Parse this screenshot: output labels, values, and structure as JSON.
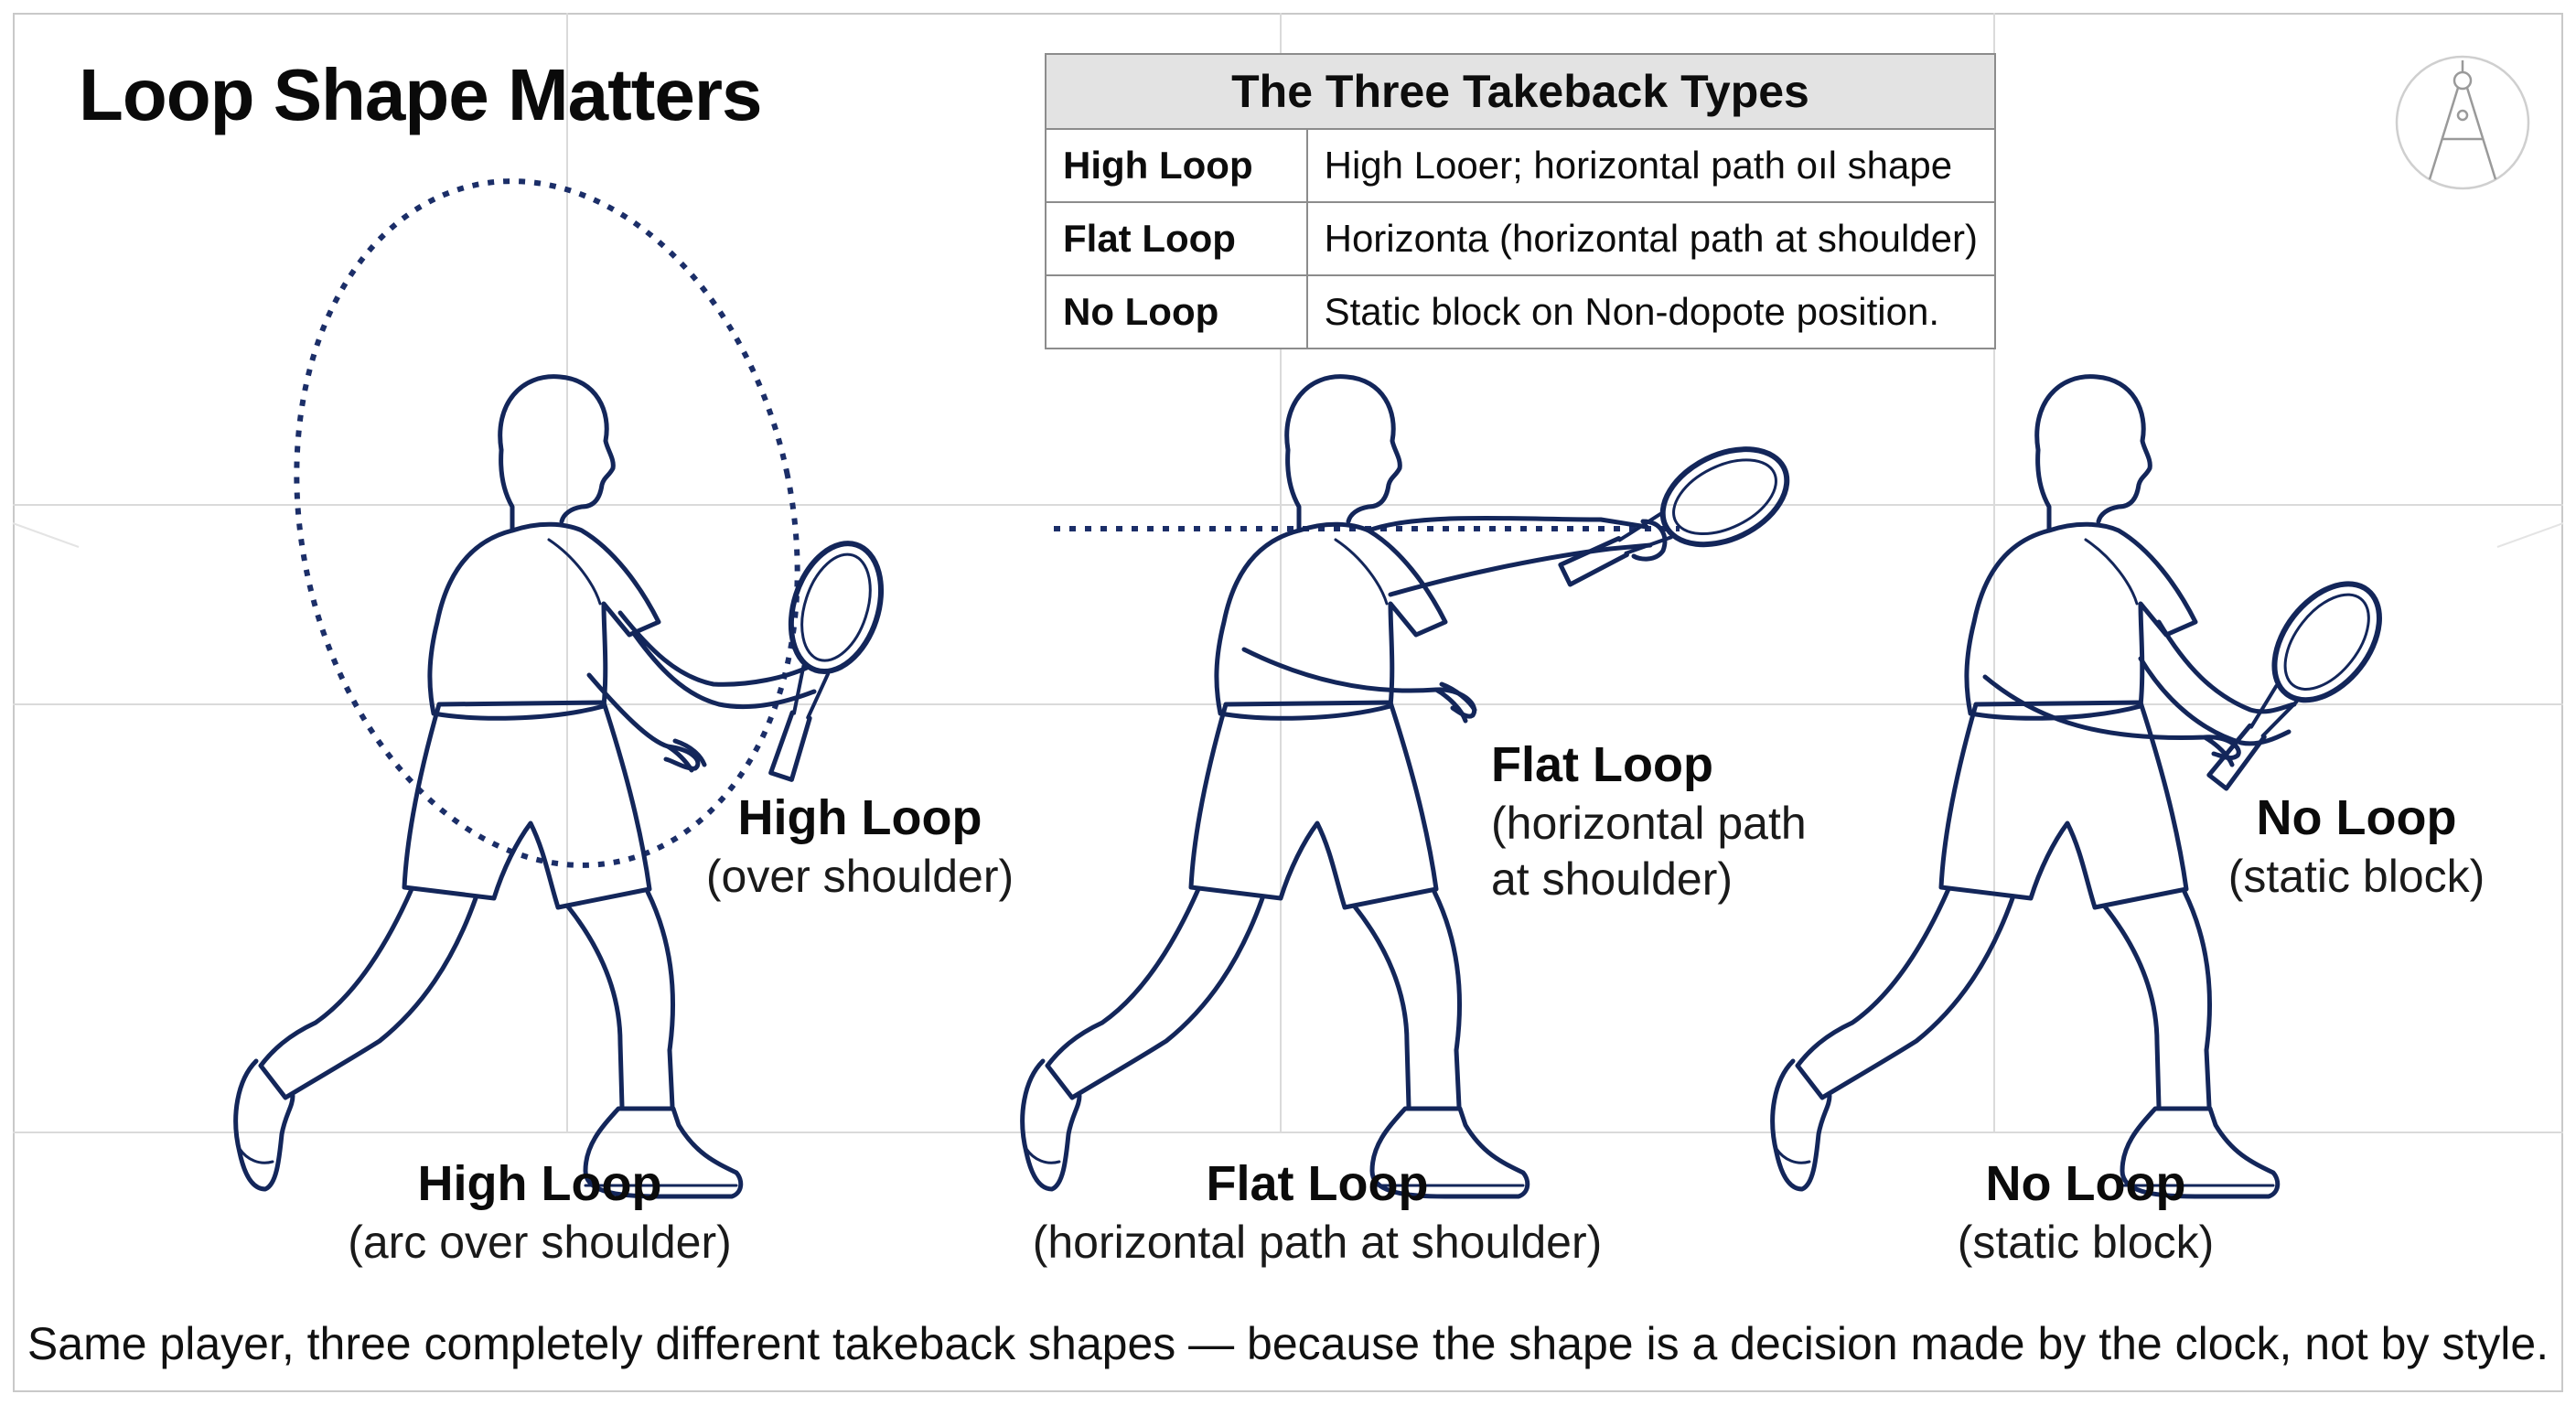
{
  "title": "Loop Shape Matters",
  "colors": {
    "ink": "#13265a",
    "grid": "#d4d4d4",
    "table_header_bg": "#e3e3e3"
  },
  "icons": {
    "corner": "drafting-compass-icon"
  },
  "table": {
    "header": "The Three Takeback Types",
    "rows": [
      {
        "type": "High Loop",
        "description": "High Looer; horizontal path oıl shape"
      },
      {
        "type": "Flat Loop",
        "description": "Horizonta (horizontal path at shoulder)"
      },
      {
        "type": "No Loop",
        "description": "Static block on Non-dopote position."
      }
    ]
  },
  "figures": [
    {
      "label": "High Loop",
      "sublabel": "(over shoulder)",
      "caption": "High Loop",
      "caption_sub": "(arc over shoulder)"
    },
    {
      "label": "Flat Loop",
      "sublabel_line1": "(horizontal path",
      "sublabel_line2": "at shoulder)",
      "caption": "Flat Loop",
      "caption_sub": "(horizontal path at shoulder)"
    },
    {
      "label": "No Loop",
      "sublabel": "(static block)",
      "caption": "No Loop",
      "caption_sub": "(static block)"
    }
  ],
  "footer": "Same player, three completely different takeback shapes — because the shape is a decision made by the clock, not by style."
}
